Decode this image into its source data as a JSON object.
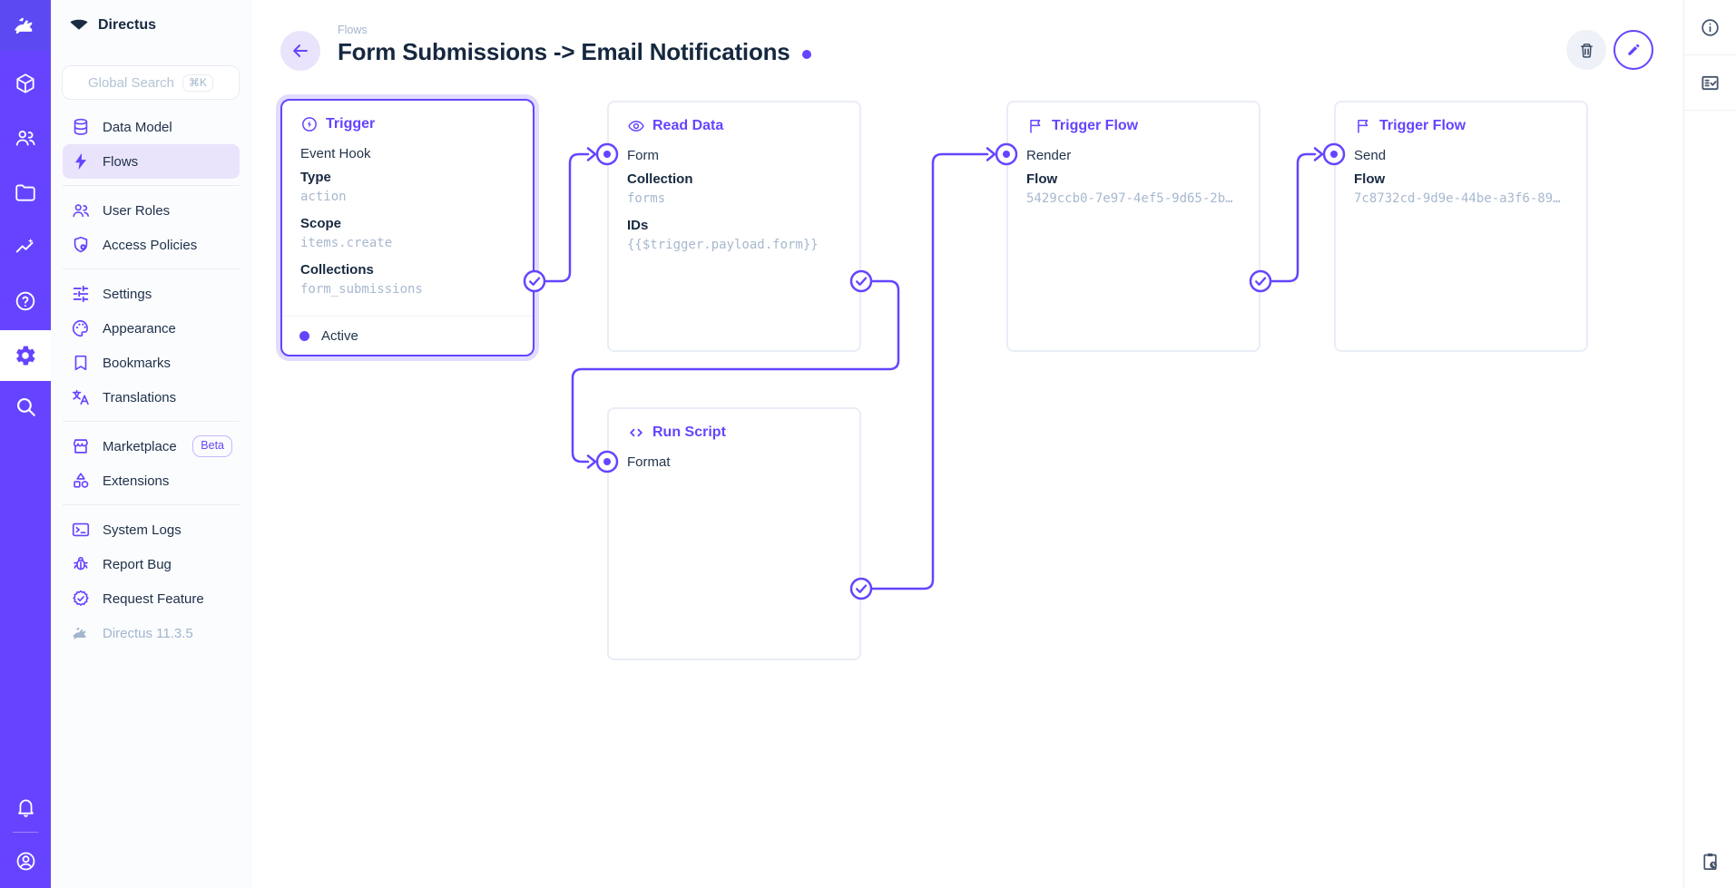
{
  "app": {
    "project_name": "Directus",
    "version_label": "Directus 11.3.5"
  },
  "colors": {
    "accent": "#6644ff",
    "accent_soft": "#e9e4fc",
    "foreground": "#172940",
    "subdued": "#a2b5cd",
    "border": "#e8edf3",
    "card_border": "#e9edf6",
    "button_gray_bg": "#eef2f8",
    "icon_slate": "#44546b"
  },
  "module_bar": {
    "icons": [
      "directus-rabbit-logo",
      "box-icon",
      "users-icon",
      "folder-icon",
      "insights-icon",
      "help-icon",
      "settings-gear-icon",
      "search-icon"
    ],
    "active_module": "settings",
    "bottom_icons": [
      "bell-icon",
      "account-circle-icon"
    ]
  },
  "search": {
    "placeholder": "Global Search",
    "shortcut": "⌘K"
  },
  "nav": {
    "items": [
      {
        "label": "Data Model",
        "icon": "database-icon"
      },
      {
        "label": "Flows",
        "icon": "bolt-icon",
        "active": true
      },
      {
        "label": "User Roles",
        "icon": "people-icon"
      },
      {
        "label": "Access Policies",
        "icon": "shield-lock-icon"
      },
      {
        "label": "Settings",
        "icon": "tune-icon"
      },
      {
        "label": "Appearance",
        "icon": "palette-icon"
      },
      {
        "label": "Bookmarks",
        "icon": "bookmark-icon"
      },
      {
        "label": "Translations",
        "icon": "translate-icon"
      },
      {
        "label": "Marketplace",
        "icon": "storefront-icon",
        "badge": "Beta"
      },
      {
        "label": "Extensions",
        "icon": "shapes-icon"
      },
      {
        "label": "System Logs",
        "icon": "terminal-icon"
      },
      {
        "label": "Report Bug",
        "icon": "bug-icon"
      },
      {
        "label": "Request Feature",
        "icon": "feature-seal-icon"
      },
      {
        "label": "Directus 11.3.5",
        "icon": "rabbit-icon",
        "muted": true
      }
    ]
  },
  "header": {
    "breadcrumb": "Flows",
    "title": "Form Submissions -> Email Notifications",
    "status_dot_color": "#6644ff",
    "actions": [
      "delete-flow-button",
      "edit-flow-button"
    ]
  },
  "flow": {
    "cards": [
      {
        "type": "Trigger",
        "icon": "bolt-circle-icon",
        "name": "Event Hook",
        "selected": true,
        "fields": [
          {
            "label": "Type",
            "value": "action"
          },
          {
            "label": "Scope",
            "value": "items.create"
          },
          {
            "label": "Collections",
            "value": "form_submissions"
          }
        ],
        "status": "Active"
      },
      {
        "type": "Read Data",
        "icon": "eye-icon",
        "name": "Form",
        "fields": [
          {
            "label": "Collection",
            "value": "forms"
          },
          {
            "label": "IDs",
            "value": "{{$trigger.payload.form}}"
          }
        ]
      },
      {
        "type": "Trigger Flow",
        "icon": "flag-icon",
        "name": "Render",
        "fields": [
          {
            "label": "Flow",
            "value": "5429ccb0-7e97-4ef5-9d65-2b…"
          }
        ]
      },
      {
        "type": "Trigger Flow",
        "icon": "flag-icon",
        "name": "Send",
        "fields": [
          {
            "label": "Flow",
            "value": "7c8732cd-9d9e-44be-a3f6-89…"
          }
        ]
      },
      {
        "type": "Run Script",
        "icon": "code-icon",
        "name": "Format",
        "fields": []
      }
    ],
    "connections": [
      {
        "from": "Event Hook",
        "to": "Form"
      },
      {
        "from": "Form",
        "to": "Format"
      },
      {
        "from": "Format",
        "to": "Render"
      },
      {
        "from": "Render",
        "to": "Send"
      }
    ]
  },
  "right_sidebar": {
    "icons": [
      "info-icon",
      "fact-check-icon"
    ],
    "bottom_icon": "clipboard-clock-icon"
  }
}
